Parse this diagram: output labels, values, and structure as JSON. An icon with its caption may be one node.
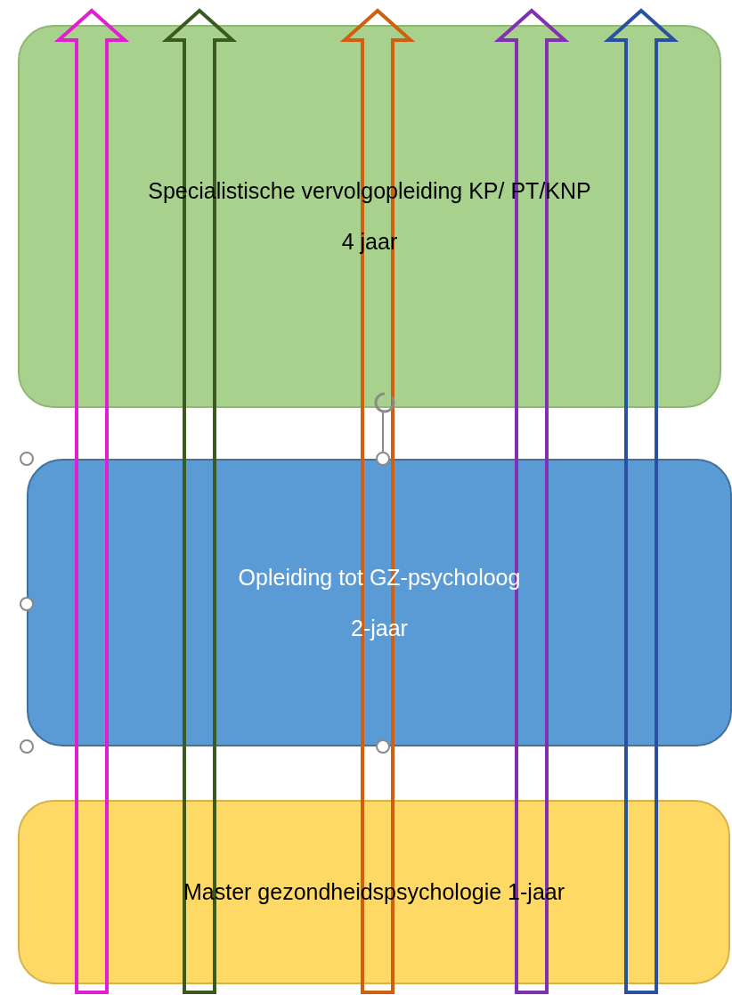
{
  "diagram": {
    "nodes": [
      {
        "text": [
          "Specialistische vervolgopleiding KP/ PT/KNP",
          "4 jaar"
        ]
      },
      {
        "text": [
          "Opleiding tot GZ-psycholoog",
          "2-jaar"
        ]
      },
      {
        "text": [
          "Master gezondheidspsychologie 1-jaar"
        ]
      }
    ],
    "edges": []
  }
}
